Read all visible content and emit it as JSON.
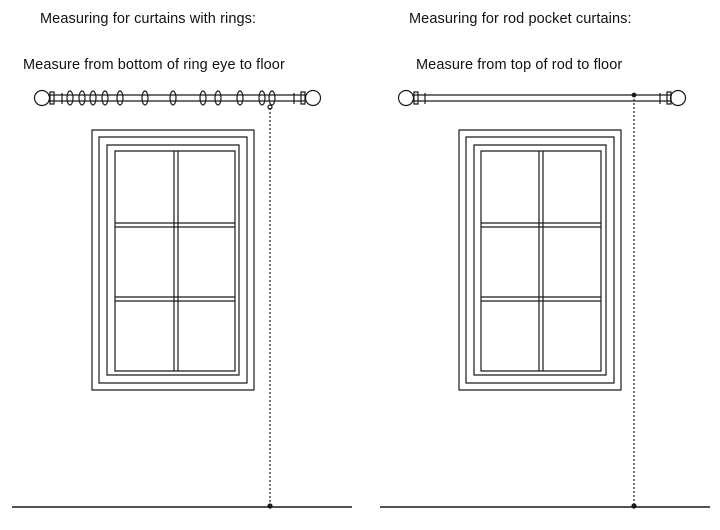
{
  "left_panel": {
    "title": "Measuring for curtains with rings:",
    "instruction": "Measure from bottom of ring eye to floor"
  },
  "right_panel": {
    "title": "Measuring for rod pocket curtains:",
    "instruction": "Measure from top of rod to floor"
  },
  "colors": {
    "line": "#1a1a1a",
    "background": "#ffffff"
  }
}
